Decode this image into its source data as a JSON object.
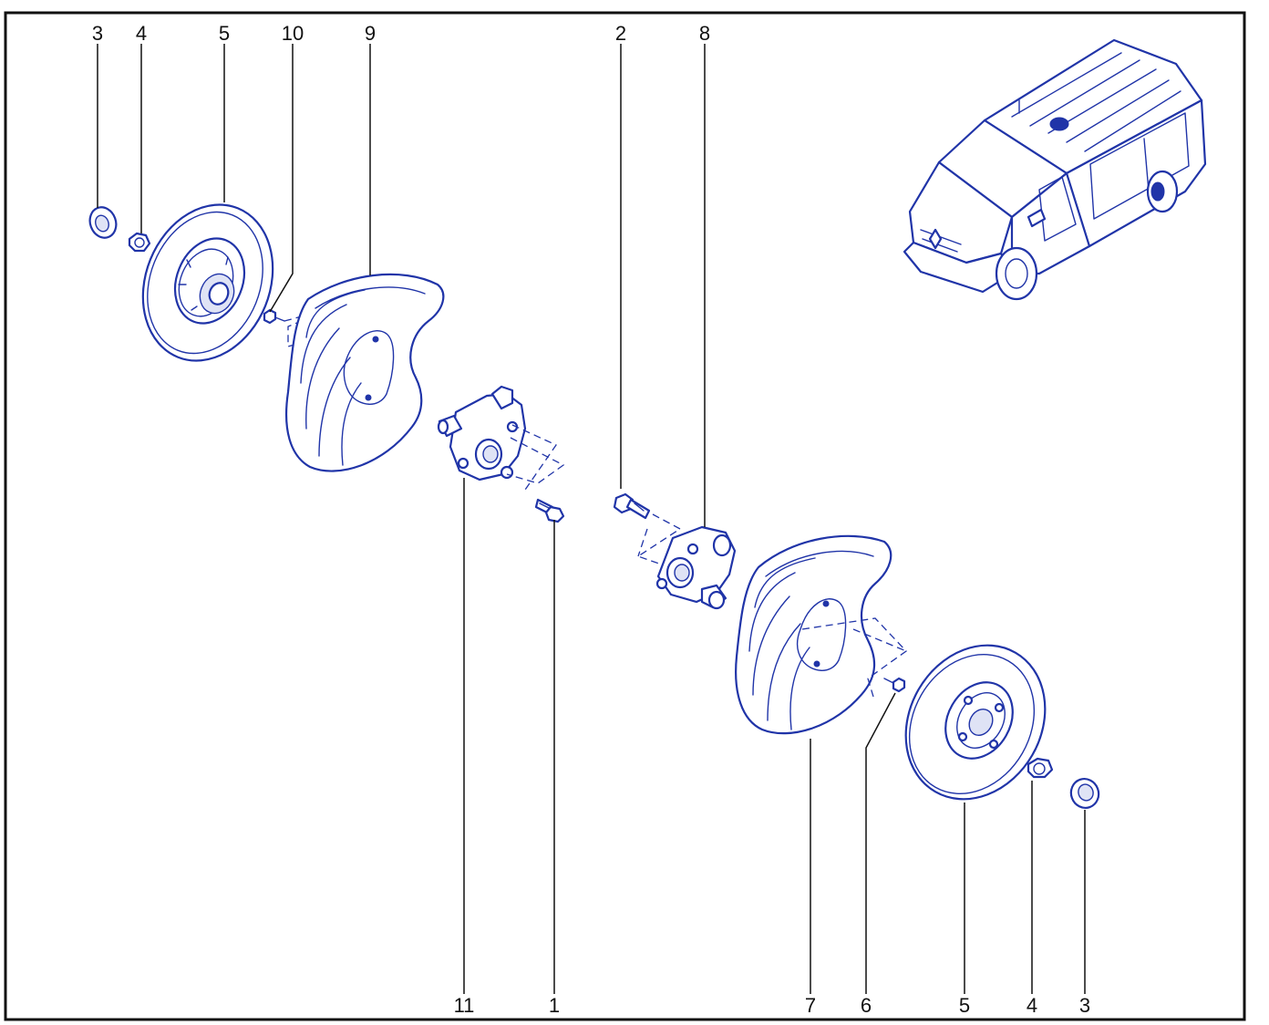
{
  "callouts": {
    "top_left_3": "3",
    "top_left_4": "4",
    "top_left_5": "5",
    "top_10": "10",
    "top_9": "9",
    "top_2": "2",
    "top_8": "8",
    "bottom_11": "11",
    "bottom_1": "1",
    "bottom_7": "7",
    "bottom_6": "6",
    "bottom_5": "5",
    "bottom_4": "4",
    "bottom_3": "3"
  },
  "colors": {
    "line_art": "#2034a8",
    "text": "#111111",
    "background": "#ffffff"
  },
  "icons": {
    "vehicle": "van-icon"
  }
}
